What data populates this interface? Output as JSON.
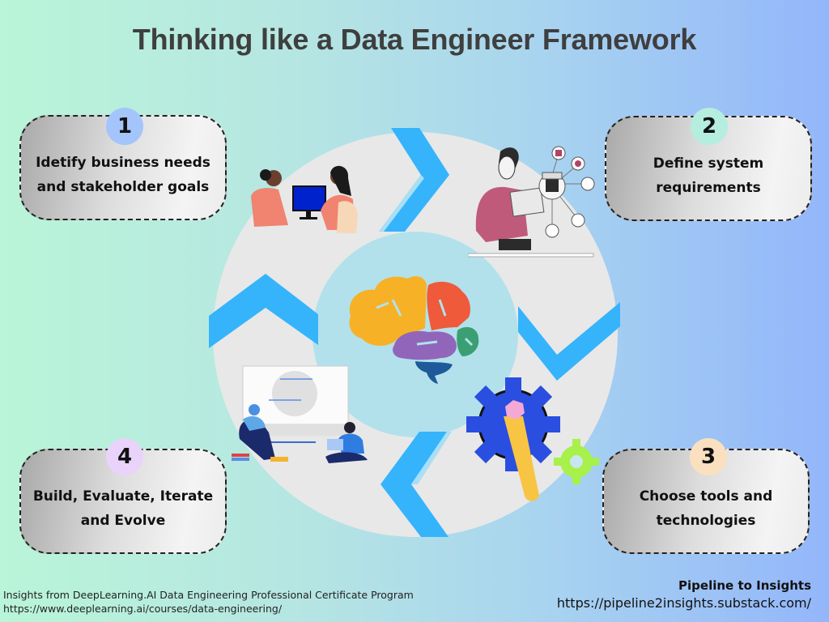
{
  "title": "Thinking like a Data Engineer Framework",
  "steps": [
    {
      "number": "1",
      "line1": "Idetify business needs",
      "line2": "and stakeholder goals",
      "badge_color": "#a3c5fb",
      "illustration": "people-at-computer-illustration"
    },
    {
      "number": "2",
      "line1": "Define system",
      "line2": "requirements",
      "badge_color": "#b5eede",
      "illustration": "man-with-system-diagram-illustration"
    },
    {
      "number": "3",
      "line1": "Choose tools and",
      "line2": "technologies",
      "badge_color": "#fbe0c0",
      "illustration": "gear-and-wrench-illustration"
    },
    {
      "number": "4",
      "line1": "Build, Evaluate, Iterate",
      "line2": "and Evolve",
      "badge_color": "#e9d3fb",
      "illustration": "people-studying-illustration"
    }
  ],
  "center": {
    "icon": "brain-icon",
    "colors": {
      "frontal": "#f7b126",
      "parietal": "#ee5a3a",
      "temporal": "#9166ba",
      "occipital": "#3b9f74",
      "cerebellum": "#1e5a99"
    }
  },
  "ring": {
    "color": "#e8e8e8",
    "inner_color": "#b2e1ec",
    "arrow_color": "#35b4fb"
  },
  "footer": {
    "source_line1": "Insights from DeepLearning.AI Data Engineering Professional Certificate Program",
    "source_line2": "https://www.deeplearning.ai/courses/data-engineering/",
    "brand_name": "Pipeline to Insights",
    "brand_url": "https://pipeline2insights.substack.com/"
  }
}
